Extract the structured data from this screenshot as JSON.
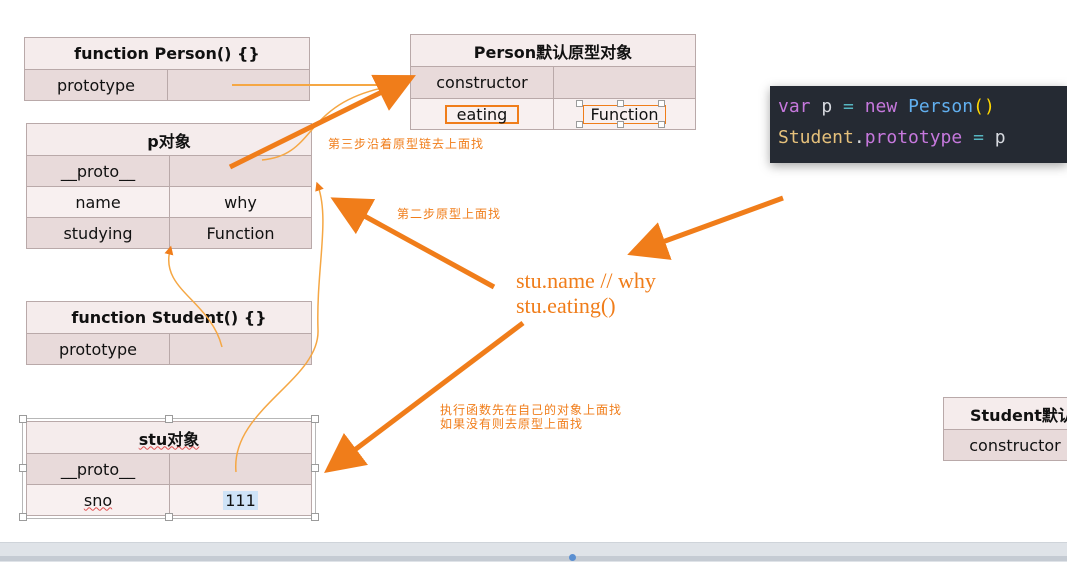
{
  "person_fn": {
    "title": "function Person() {}",
    "prototype": "prototype"
  },
  "person_proto": {
    "title": "Person默认原型对象",
    "constructor": "constructor",
    "method_name": "eating",
    "method_value": "Function"
  },
  "p_obj": {
    "title": "p对象",
    "rows": [
      [
        "__proto__",
        ""
      ],
      [
        "name",
        "why"
      ],
      [
        "studying",
        "Function"
      ]
    ]
  },
  "student_fn": {
    "title": "function Student() {}",
    "prototype": "prototype"
  },
  "stu_obj": {
    "title": "stu对象",
    "proto": "__proto__",
    "sno_key": "sno",
    "sno_value": "111"
  },
  "student_proto": {
    "title": "Student默认原型对象",
    "constructor": "constructor"
  },
  "code": {
    "line1": [
      "var",
      " p ",
      "=",
      " ",
      "new",
      " ",
      "Person",
      "()"
    ],
    "line2": [
      "Student",
      ".",
      "prototype",
      " ",
      "=",
      " p"
    ]
  },
  "annotations": {
    "step3": "第三步沿着原型链去上面找",
    "step2": "第二步原型上面找",
    "exec_line1": "执行函数先在自己的对象上面找",
    "exec_line2": "如果没有则去原型上面找"
  },
  "stu_expr": {
    "line1": "stu.name // why",
    "line2": "stu.eating()"
  },
  "colors": {
    "accent_orange": "#f07d1a",
    "table_bg": "#f7eeee",
    "table_border": "#b9a9a9",
    "code_bg": "#252a33"
  }
}
